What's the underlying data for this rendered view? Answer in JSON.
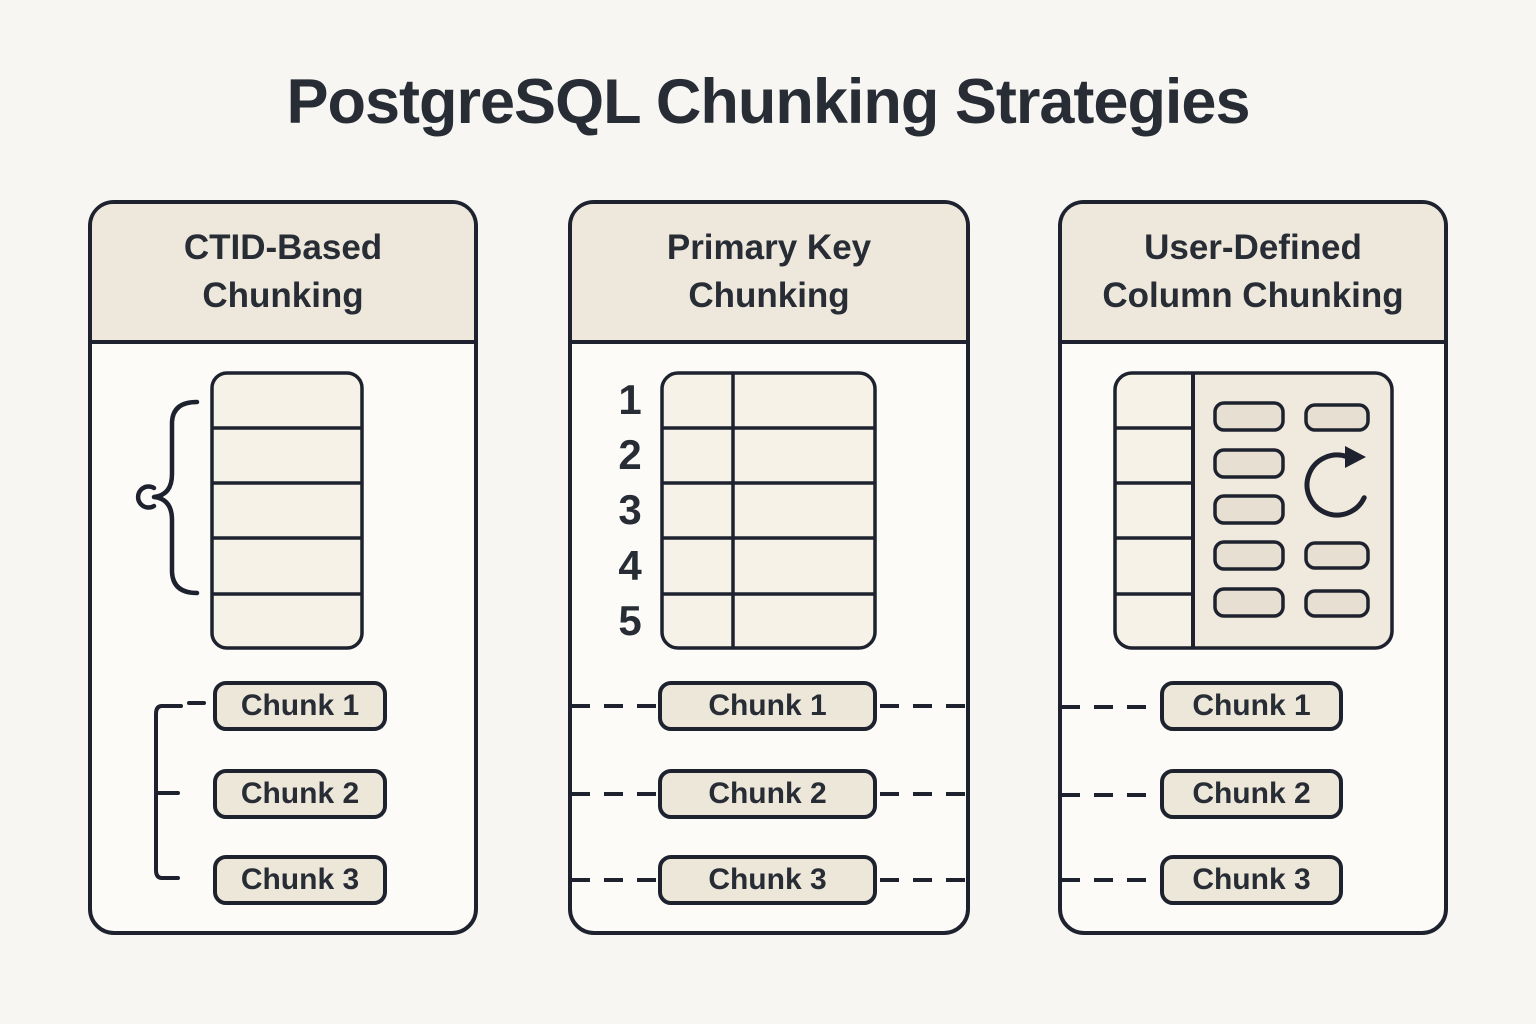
{
  "title": "PostgreSQL Chunking Strategies",
  "colors": {
    "background": "#f7f6f2",
    "panel_fill": "#fcfbf8",
    "header_fill": "#eee8dc",
    "table_cell_fill": "#f6f2e8",
    "pill_fill": "#e7dfd1",
    "right_section_fill": "#f0e9de",
    "stroke": "#1d222e",
    "text": "#272c35"
  },
  "panels": [
    {
      "id": "ctid-based",
      "title_lines": [
        "CTID-Based",
        "Chunking"
      ],
      "graphic": "single-column table of 5 rows selected by a curly brace",
      "table": {
        "rows": 5,
        "columns": 1
      },
      "connector": "bracket",
      "icons": [
        "curly-brace-icon",
        "bracket-connector-icon"
      ],
      "chunks": [
        "Chunk 1",
        "Chunk 2",
        "Chunk 3"
      ]
    },
    {
      "id": "primary-key",
      "title_lines": [
        "Primary Key",
        "Chunking"
      ],
      "graphic": "two-column table of 5 rows with primary key values listed beside it",
      "table": {
        "rows": 5,
        "columns": 2
      },
      "row_numbers": [
        "1",
        "2",
        "3",
        "4",
        "5"
      ],
      "connector": "dashed-lines-both-sides",
      "icons": [
        "dashed-connector-icon"
      ],
      "chunks": [
        "Chunk 1",
        "Chunk 2",
        "Chunk 3"
      ]
    },
    {
      "id": "user-defined-column",
      "title_lines": [
        "User-Defined",
        "Column Chunking"
      ],
      "graphic": "table column beside a panel of value pills with a refresh arrow",
      "table": {
        "rows": 5,
        "columns": 1
      },
      "connector": "dashed-lines-left",
      "icons": [
        "refresh-icon",
        "dashed-connector-icon"
      ],
      "chunks": [
        "Chunk 1",
        "Chunk 2",
        "Chunk 3"
      ]
    }
  ]
}
